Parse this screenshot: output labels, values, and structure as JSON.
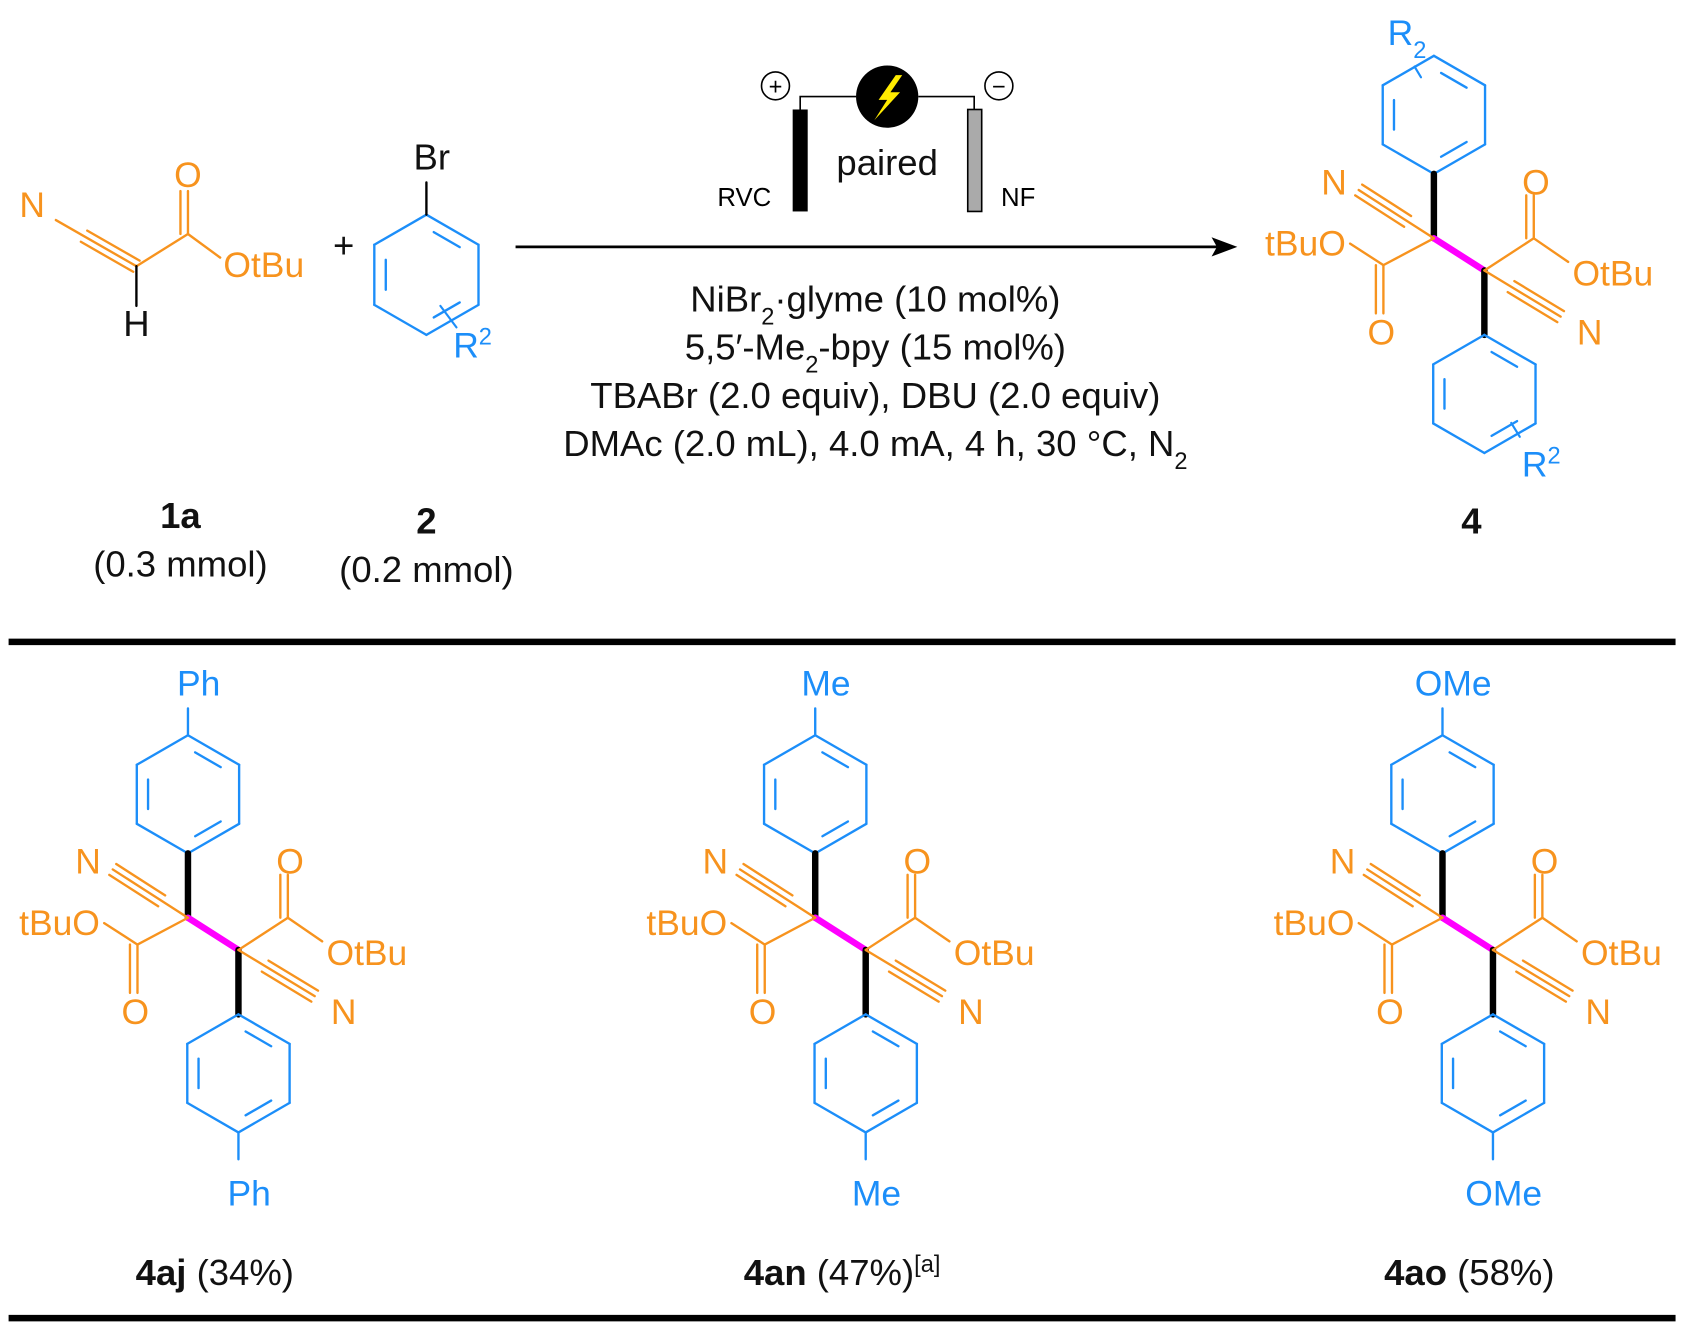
{
  "colors": {
    "scaffold": "#F7931E",
    "aryl": "#1C8EF9",
    "new_bond": "#FF00FF",
    "bond": "#000000",
    "bolt": "#FFEB00"
  },
  "reaction": {
    "reactant_1": {
      "id": "1a",
      "amount": "(0.3 mmol)",
      "atoms": {
        "N": "N",
        "O": "O",
        "ester": "OtBu",
        "H": "H"
      }
    },
    "plus": "+",
    "reactant_2": {
      "id": "2",
      "amount": "(0.2 mmol)",
      "atoms": {
        "Br": "Br",
        "R": "R",
        "R_sup": "2"
      }
    },
    "cell": {
      "plus_sign": "+",
      "minus_sign": "−",
      "anode": "RVC",
      "cathode": "NF",
      "mode": "paired",
      "icon": "lightning-bolt-icon"
    },
    "conditions": [
      {
        "a": "NiBr",
        "sub": "2",
        "b": "·glyme (10 mol%)"
      },
      {
        "a": "5,5′-Me",
        "sub": "2",
        "b": "-bpy (15 mol%)"
      },
      {
        "a": "TBABr (2.0 equiv), DBU (2.0 equiv)",
        "sub": "",
        "b": ""
      },
      {
        "a": "DMAc (2.0 mL), 4.0 mA, 4 h, 30 °C, N",
        "sub": "2",
        "b": ""
      }
    ],
    "product": {
      "id": "4",
      "top_sub": "R",
      "top_sub_script": "2",
      "bottom_sub": "R",
      "bottom_sub_script": "2"
    }
  },
  "atoms": {
    "N": "N",
    "O": "O",
    "ester_left": "tBuO",
    "ester_right": "OtBu"
  },
  "examples": [
    {
      "id": "4aj",
      "yield": "(34%)",
      "note": "",
      "substituent": "Ph"
    },
    {
      "id": "4an",
      "yield": "(47%)",
      "note": "[a]",
      "substituent": "Me"
    },
    {
      "id": "4ao",
      "yield": "(58%)",
      "note": "",
      "substituent": "OMe"
    }
  ]
}
